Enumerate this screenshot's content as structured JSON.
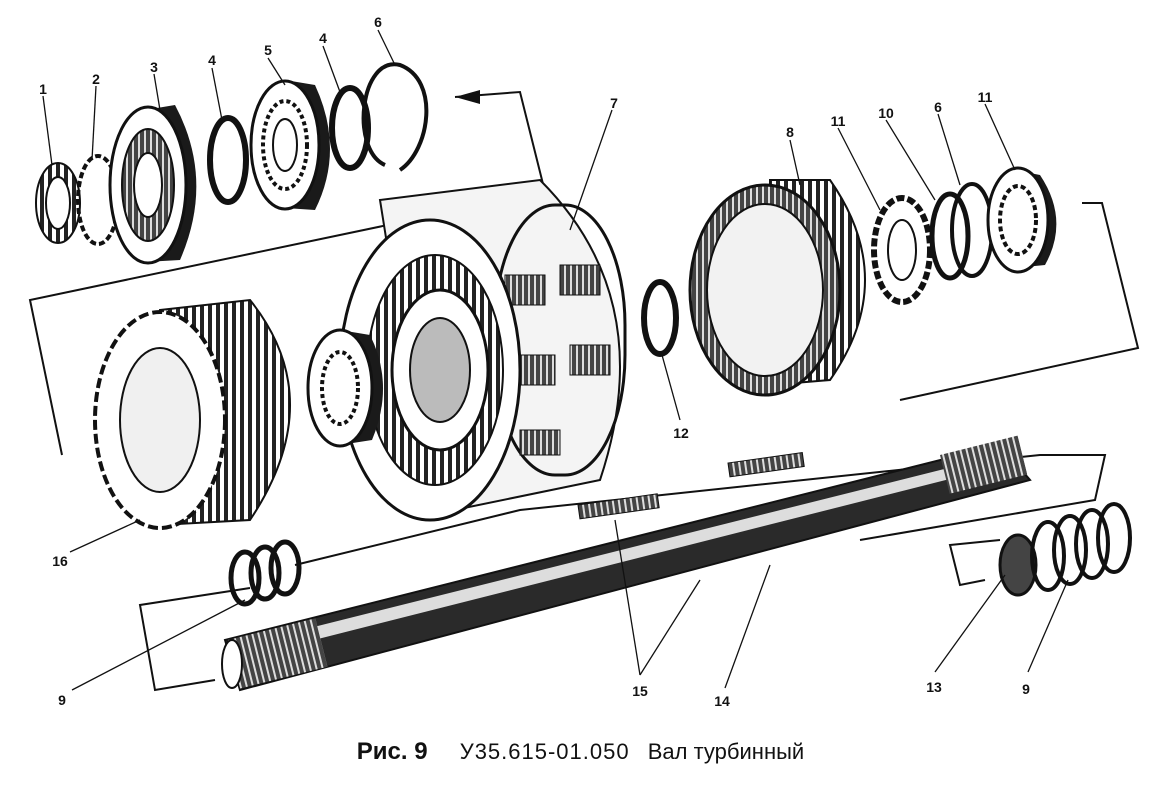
{
  "callouts": {
    "c1": "1",
    "c2": "2",
    "c3": "3",
    "c4a": "4",
    "c5": "5",
    "c4b": "4",
    "c6a": "6",
    "c7": "7",
    "c8": "8",
    "c11a": "11",
    "c10": "10",
    "c6b": "6",
    "c11b": "11",
    "c12": "12",
    "c16": "16",
    "c9a": "9",
    "c15": "15",
    "c14": "14",
    "c13": "13",
    "c9b": "9"
  },
  "caption": {
    "figure": "Рис. 9",
    "code": "У35.615-01.050",
    "title": "Вал турбинный"
  }
}
